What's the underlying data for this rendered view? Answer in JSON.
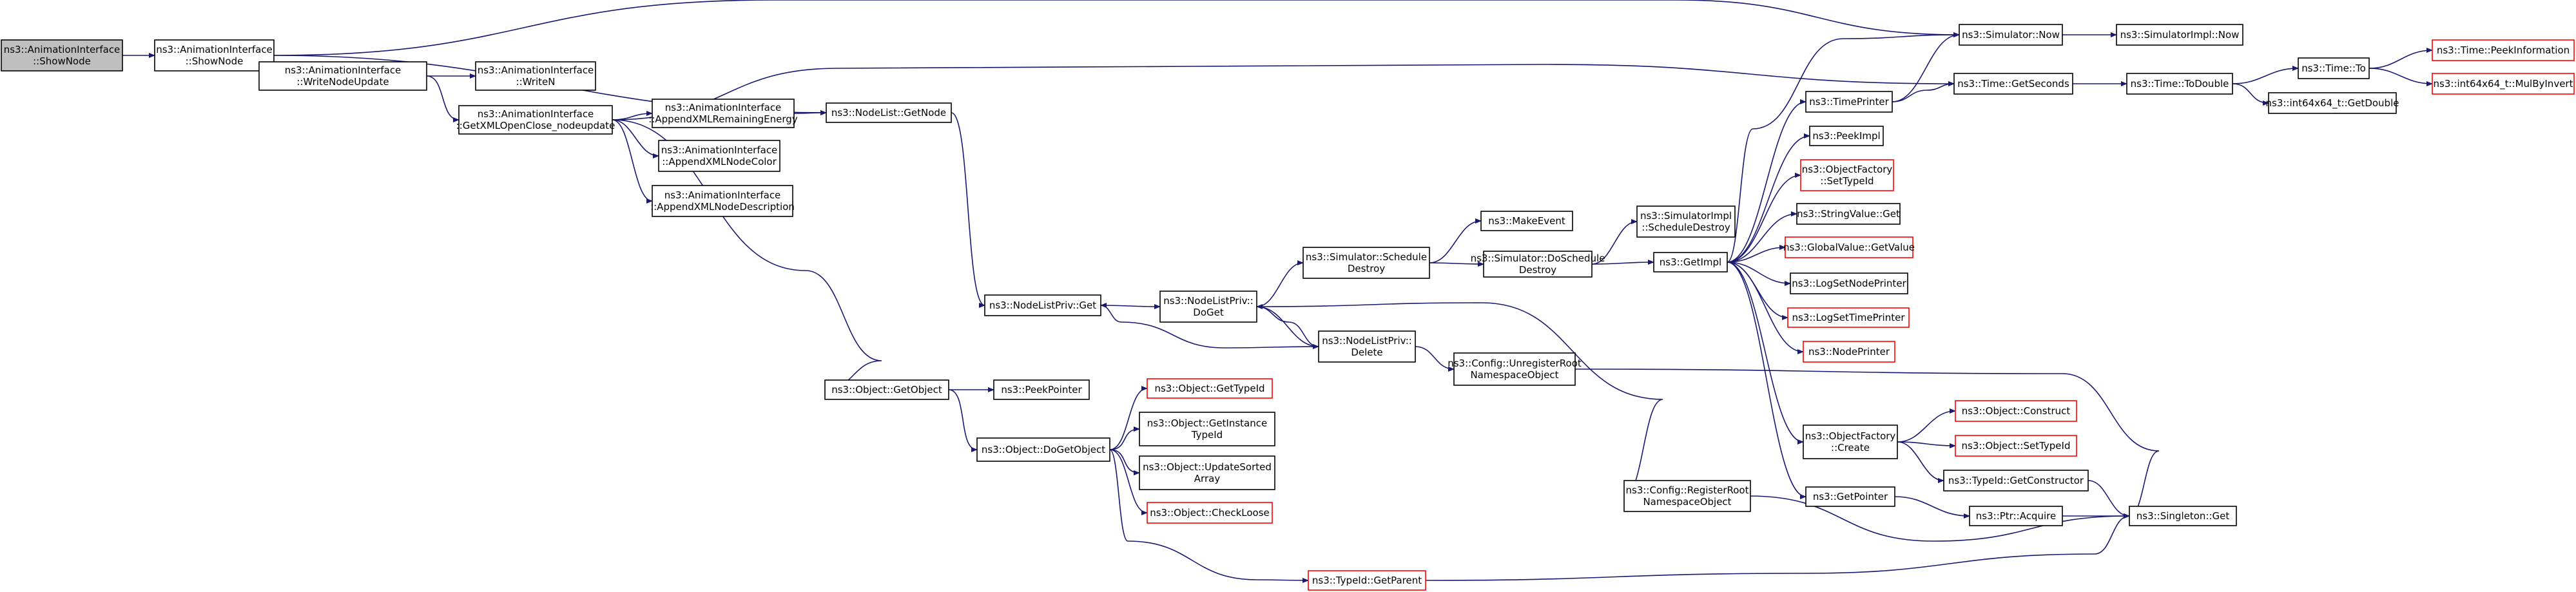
{
  "colors": {
    "edge": "#191970",
    "box_border": "#000000",
    "box_fill": "#ffffff",
    "root_fill": "#bfbfbf",
    "truncated_border": "#ff0000"
  },
  "nodes": {
    "show_node_root": {
      "lines": [
        "ns3::AnimationInterface",
        "::ShowNode"
      ],
      "kind": "root"
    },
    "show_node": {
      "lines": [
        "ns3::AnimationInterface",
        "::ShowNode"
      ],
      "kind": "normal"
    },
    "write_node_update": {
      "lines": [
        "ns3::AnimationInterface",
        "::WriteNodeUpdate"
      ],
      "kind": "normal"
    },
    "write_n": {
      "lines": [
        "ns3::AnimationInterface",
        "::WriteN"
      ],
      "kind": "normal"
    },
    "get_xml_open_close": {
      "lines": [
        "ns3::AnimationInterface",
        "::GetXMLOpenClose_nodeupdate"
      ],
      "kind": "normal"
    },
    "append_xml_remaining_energy": {
      "lines": [
        "ns3::AnimationInterface",
        "::AppendXMLRemainingEnergy"
      ],
      "kind": "normal"
    },
    "append_xml_node_color": {
      "lines": [
        "ns3::AnimationInterface",
        "::AppendXMLNodeColor"
      ],
      "kind": "normal"
    },
    "append_xml_node_description": {
      "lines": [
        "ns3::AnimationInterface",
        "::AppendXMLNodeDescription"
      ],
      "kind": "normal"
    },
    "node_list_get_node": {
      "lines": [
        "ns3::NodeList::GetNode"
      ],
      "kind": "normal"
    },
    "node_list_priv_get": {
      "lines": [
        "ns3::NodeListPriv::Get"
      ],
      "kind": "normal"
    },
    "node_list_priv_do_get": {
      "lines": [
        "ns3::NodeListPriv::",
        "DoGet"
      ],
      "kind": "normal"
    },
    "node_list_priv_delete": {
      "lines": [
        "ns3::NodeListPriv::",
        "Delete"
      ],
      "kind": "normal"
    },
    "simulator_schedule_destroy": {
      "lines": [
        "ns3::Simulator::Schedule",
        "Destroy"
      ],
      "kind": "normal"
    },
    "make_event": {
      "lines": [
        "ns3::MakeEvent"
      ],
      "kind": "normal"
    },
    "simulator_do_schedule_destroy": {
      "lines": [
        "ns3::Simulator::DoSchedule",
        "Destroy"
      ],
      "kind": "normal"
    },
    "simulator_impl_schedule_destroy": {
      "lines": [
        "ns3::SimulatorImpl",
        "::ScheduleDestroy"
      ],
      "kind": "normal"
    },
    "get_impl": {
      "lines": [
        "ns3::GetImpl"
      ],
      "kind": "normal"
    },
    "config_unregister_root": {
      "lines": [
        "ns3::Config::UnregisterRoot",
        "NamespaceObject"
      ],
      "kind": "normal"
    },
    "config_register_root": {
      "lines": [
        "ns3::Config::RegisterRoot",
        "NamespaceObject"
      ],
      "kind": "normal"
    },
    "object_get_object": {
      "lines": [
        "ns3::Object::GetObject"
      ],
      "kind": "normal"
    },
    "peek_pointer": {
      "lines": [
        "ns3::PeekPointer"
      ],
      "kind": "normal"
    },
    "object_do_get_object": {
      "lines": [
        "ns3::Object::DoGetObject"
      ],
      "kind": "normal"
    },
    "object_get_type_id": {
      "lines": [
        "ns3::Object::GetTypeId"
      ],
      "kind": "truncated"
    },
    "object_get_instance_type_id": {
      "lines": [
        "ns3::Object::GetInstance",
        "TypeId"
      ],
      "kind": "normal"
    },
    "object_update_sorted_array": {
      "lines": [
        "ns3::Object::UpdateSorted",
        "Array"
      ],
      "kind": "normal"
    },
    "object_check_loose": {
      "lines": [
        "ns3::Object::CheckLoose"
      ],
      "kind": "truncated"
    },
    "type_id_get_parent": {
      "lines": [
        "ns3::TypeId::GetParent"
      ],
      "kind": "truncated"
    },
    "simulator_now": {
      "lines": [
        "ns3::Simulator::Now"
      ],
      "kind": "normal"
    },
    "simulator_impl_now": {
      "lines": [
        "ns3::SimulatorImpl::Now"
      ],
      "kind": "normal"
    },
    "time_get_seconds": {
      "lines": [
        "ns3::Time::GetSeconds"
      ],
      "kind": "normal"
    },
    "time_to_double": {
      "lines": [
        "ns3::Time::ToDouble"
      ],
      "kind": "normal"
    },
    "time_to": {
      "lines": [
        "ns3::Time::To"
      ],
      "kind": "normal"
    },
    "time_peek_information": {
      "lines": [
        "ns3::Time::PeekInformation"
      ],
      "kind": "truncated"
    },
    "int64x64_mul_by_invert": {
      "lines": [
        "ns3::int64x64_t::MulByInvert"
      ],
      "kind": "truncated"
    },
    "int64x64_get_double": {
      "lines": [
        "ns3::int64x64_t::GetDouble"
      ],
      "kind": "normal"
    },
    "time_printer": {
      "lines": [
        "ns3::TimePrinter"
      ],
      "kind": "normal"
    },
    "peek_impl": {
      "lines": [
        "ns3::PeekImpl"
      ],
      "kind": "normal"
    },
    "object_factory_set_type_id": {
      "lines": [
        "ns3::ObjectFactory",
        "::SetTypeId"
      ],
      "kind": "truncated"
    },
    "string_value_get": {
      "lines": [
        "ns3::StringValue::Get"
      ],
      "kind": "normal"
    },
    "global_value_get_value": {
      "lines": [
        "ns3::GlobalValue::GetValue"
      ],
      "kind": "truncated"
    },
    "log_set_node_printer": {
      "lines": [
        "ns3::LogSetNodePrinter"
      ],
      "kind": "normal"
    },
    "log_set_time_printer": {
      "lines": [
        "ns3::LogSetTimePrinter"
      ],
      "kind": "truncated"
    },
    "node_printer": {
      "lines": [
        "ns3::NodePrinter"
      ],
      "kind": "truncated"
    },
    "object_factory_create": {
      "lines": [
        "ns3::ObjectFactory",
        "::Create"
      ],
      "kind": "normal"
    },
    "object_construct": {
      "lines": [
        "ns3::Object::Construct"
      ],
      "kind": "truncated"
    },
    "object_set_type_id": {
      "lines": [
        "ns3::Object::SetTypeId"
      ],
      "kind": "truncated"
    },
    "type_id_get_constructor": {
      "lines": [
        "ns3::TypeId::GetConstructor"
      ],
      "kind": "normal"
    },
    "get_pointer": {
      "lines": [
        "ns3::GetPointer"
      ],
      "kind": "normal"
    },
    "ptr_acquire": {
      "lines": [
        "ns3::Ptr::Acquire"
      ],
      "kind": "normal"
    },
    "singleton_get": {
      "lines": [
        "ns3::Singleton::Get"
      ],
      "kind": "normal"
    }
  },
  "edges": [
    [
      "show_node_root",
      "show_node"
    ],
    [
      "show_node",
      "write_node_update"
    ],
    [
      "show_node",
      "node_list_get_node"
    ],
    [
      "show_node",
      "simulator_now"
    ],
    [
      "write_node_update",
      "write_n"
    ],
    [
      "write_node_update",
      "get_xml_open_close"
    ],
    [
      "get_xml_open_close",
      "append_xml_remaining_energy"
    ],
    [
      "get_xml_open_close",
      "append_xml_node_color"
    ],
    [
      "get_xml_open_close",
      "append_xml_node_description"
    ],
    [
      "get_xml_open_close",
      "object_get_object"
    ],
    [
      "get_xml_open_close",
      "time_get_seconds"
    ],
    [
      "append_xml_remaining_energy",
      "node_list_get_node"
    ],
    [
      "node_list_get_node",
      "node_list_priv_get"
    ],
    [
      "node_list_priv_get",
      "node_list_priv_do_get"
    ],
    [
      "node_list_priv_do_get",
      "simulator_schedule_destroy"
    ],
    [
      "node_list_priv_do_get",
      "node_list_priv_delete"
    ],
    [
      "node_list_priv_do_get",
      "config_register_root"
    ],
    [
      "node_list_priv_delete",
      "node_list_priv_do_get"
    ],
    [
      "node_list_priv_delete",
      "node_list_priv_get"
    ],
    [
      "node_list_priv_delete",
      "config_unregister_root"
    ],
    [
      "simulator_schedule_destroy",
      "make_event"
    ],
    [
      "simulator_schedule_destroy",
      "simulator_do_schedule_destroy"
    ],
    [
      "simulator_do_schedule_destroy",
      "simulator_impl_schedule_destroy"
    ],
    [
      "simulator_do_schedule_destroy",
      "get_impl"
    ],
    [
      "object_get_object",
      "peek_pointer"
    ],
    [
      "object_get_object",
      "object_do_get_object"
    ],
    [
      "object_do_get_object",
      "object_get_type_id"
    ],
    [
      "object_do_get_object",
      "object_get_instance_type_id"
    ],
    [
      "object_do_get_object",
      "object_update_sorted_array"
    ],
    [
      "object_do_get_object",
      "object_check_loose"
    ],
    [
      "object_do_get_object",
      "type_id_get_parent"
    ],
    [
      "config_unregister_root",
      "singleton_get"
    ],
    [
      "config_register_root",
      "singleton_get"
    ],
    [
      "type_id_get_parent",
      "singleton_get"
    ],
    [
      "simulator_now",
      "simulator_impl_now"
    ],
    [
      "time_get_seconds",
      "time_to_double"
    ],
    [
      "time_to_double",
      "time_to"
    ],
    [
      "time_to_double",
      "int64x64_get_double"
    ],
    [
      "time_to",
      "time_peek_information"
    ],
    [
      "time_to",
      "int64x64_mul_by_invert"
    ],
    [
      "time_printer",
      "simulator_now"
    ],
    [
      "time_printer",
      "time_get_seconds"
    ],
    [
      "get_impl",
      "simulator_now"
    ],
    [
      "get_impl",
      "time_printer"
    ],
    [
      "get_impl",
      "peek_impl"
    ],
    [
      "get_impl",
      "object_factory_set_type_id"
    ],
    [
      "get_impl",
      "string_value_get"
    ],
    [
      "get_impl",
      "global_value_get_value"
    ],
    [
      "get_impl",
      "log_set_node_printer"
    ],
    [
      "get_impl",
      "log_set_time_printer"
    ],
    [
      "get_impl",
      "node_printer"
    ],
    [
      "get_impl",
      "object_factory_create"
    ],
    [
      "get_impl",
      "get_pointer"
    ],
    [
      "object_factory_create",
      "object_construct"
    ],
    [
      "object_factory_create",
      "object_set_type_id"
    ],
    [
      "object_factory_create",
      "type_id_get_constructor"
    ],
    [
      "type_id_get_constructor",
      "singleton_get"
    ],
    [
      "get_pointer",
      "ptr_acquire"
    ],
    [
      "ptr_acquire",
      "singleton_get"
    ]
  ]
}
